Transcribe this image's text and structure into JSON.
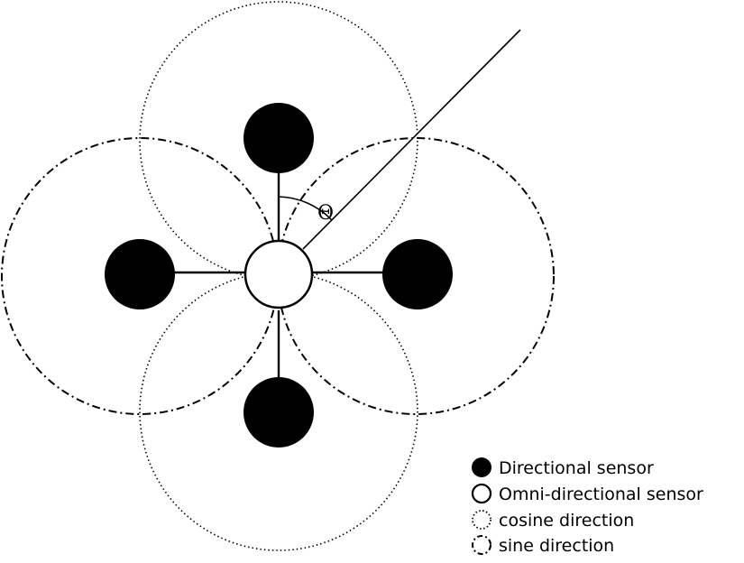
{
  "diagram": {
    "angle_label": "Θ",
    "legend": [
      {
        "symbol": "filled-circle",
        "label": "Directional sensor"
      },
      {
        "symbol": "open-circle",
        "label": "Omni-directional sensor"
      },
      {
        "symbol": "dotted-circle",
        "label": "cosine direction"
      },
      {
        "symbol": "dashdot-circle",
        "label": "sine direction"
      }
    ]
  }
}
